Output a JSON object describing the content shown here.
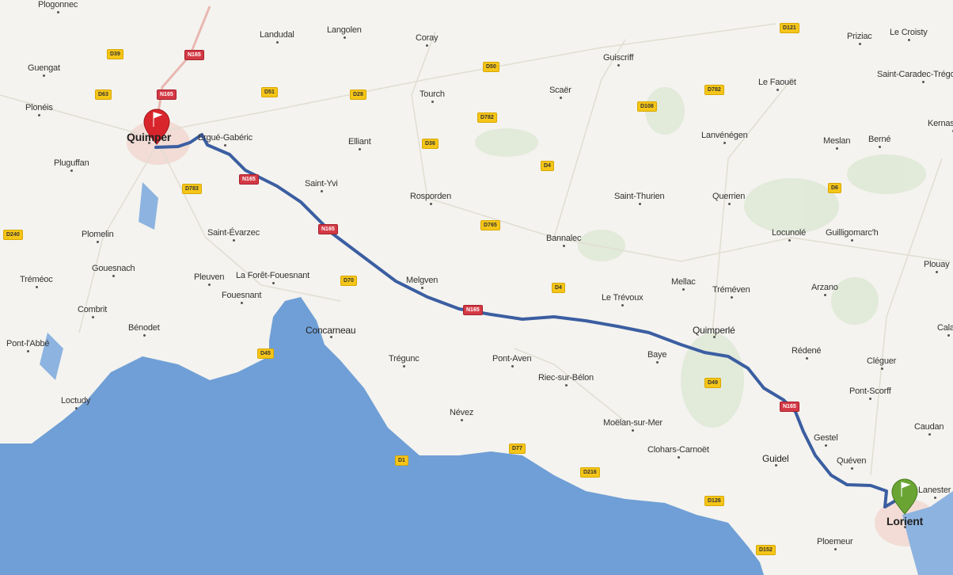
{
  "map": {
    "places": [
      {
        "name": "Plogonnec",
        "cls": ""
      },
      {
        "name": "Guengat",
        "cls": ""
      },
      {
        "name": "Plonéis",
        "cls": ""
      },
      {
        "name": "Quimper",
        "cls": "city"
      },
      {
        "name": "Ergué-Gabéric",
        "cls": ""
      },
      {
        "name": "Landudal",
        "cls": ""
      },
      {
        "name": "Langolen",
        "cls": ""
      },
      {
        "name": "Coray",
        "cls": ""
      },
      {
        "name": "Guiscriff",
        "cls": ""
      },
      {
        "name": "Priziac",
        "cls": ""
      },
      {
        "name": "Le Croisty",
        "cls": ""
      },
      {
        "name": "Saint-Caradec-Trégomel",
        "cls": ""
      },
      {
        "name": "Kernascléden",
        "cls": ""
      },
      {
        "name": "Le Faouët",
        "cls": ""
      },
      {
        "name": "Scaër",
        "cls": ""
      },
      {
        "name": "Tourch",
        "cls": ""
      },
      {
        "name": "Elliant",
        "cls": ""
      },
      {
        "name": "Lanvénégen",
        "cls": ""
      },
      {
        "name": "Meslan",
        "cls": ""
      },
      {
        "name": "Berné",
        "cls": ""
      },
      {
        "name": "Pluguffan",
        "cls": ""
      },
      {
        "name": "Saint-Yvi",
        "cls": ""
      },
      {
        "name": "Rosporden",
        "cls": ""
      },
      {
        "name": "Saint-Thurien",
        "cls": ""
      },
      {
        "name": "Querrien",
        "cls": ""
      },
      {
        "name": "Plomelin",
        "cls": ""
      },
      {
        "name": "Saint-Évarzec",
        "cls": ""
      },
      {
        "name": "Bannalec",
        "cls": ""
      },
      {
        "name": "Locunolé",
        "cls": ""
      },
      {
        "name": "Guilligomarc'h",
        "cls": ""
      },
      {
        "name": "Plouay",
        "cls": ""
      },
      {
        "name": "Tréméoc",
        "cls": ""
      },
      {
        "name": "Gouesnach",
        "cls": ""
      },
      {
        "name": "Pleuven",
        "cls": ""
      },
      {
        "name": "La Forêt-Fouesnant",
        "cls": ""
      },
      {
        "name": "Melgven",
        "cls": ""
      },
      {
        "name": "Mellac",
        "cls": ""
      },
      {
        "name": "Tréméven",
        "cls": ""
      },
      {
        "name": "Arzano",
        "cls": ""
      },
      {
        "name": "Fouesnant",
        "cls": ""
      },
      {
        "name": "Le Trévoux",
        "cls": ""
      },
      {
        "name": "Combrit",
        "cls": ""
      },
      {
        "name": "Bénodet",
        "cls": ""
      },
      {
        "name": "Concarneau",
        "cls": "town"
      },
      {
        "name": "Quimperlé",
        "cls": "town"
      },
      {
        "name": "Calan",
        "cls": ""
      },
      {
        "name": "Pont-l'Abbé",
        "cls": ""
      },
      {
        "name": "Baye",
        "cls": ""
      },
      {
        "name": "Rédené",
        "cls": ""
      },
      {
        "name": "Trégunc",
        "cls": ""
      },
      {
        "name": "Pont-Aven",
        "cls": ""
      },
      {
        "name": "Riec-sur-Bélon",
        "cls": ""
      },
      {
        "name": "Cléguer",
        "cls": ""
      },
      {
        "name": "Loctudy",
        "cls": ""
      },
      {
        "name": "Pont-Scorff",
        "cls": ""
      },
      {
        "name": "Névez",
        "cls": ""
      },
      {
        "name": "Moëlan-sur-Mer",
        "cls": ""
      },
      {
        "name": "Caudan",
        "cls": ""
      },
      {
        "name": "Clohars-Carnoët",
        "cls": ""
      },
      {
        "name": "Gestel",
        "cls": ""
      },
      {
        "name": "Guidel",
        "cls": "town"
      },
      {
        "name": "Quéven",
        "cls": ""
      },
      {
        "name": "Lanester",
        "cls": ""
      },
      {
        "name": "Lorient",
        "cls": "city"
      },
      {
        "name": "Ploemeur",
        "cls": ""
      }
    ],
    "roads": [
      {
        "label": "D39",
        "kind": "dept"
      },
      {
        "label": "N165",
        "kind": "nat"
      },
      {
        "label": "N165",
        "kind": "nat"
      },
      {
        "label": "D63",
        "kind": "dept"
      },
      {
        "label": "D51",
        "kind": "dept"
      },
      {
        "label": "D28",
        "kind": "dept"
      },
      {
        "label": "D50",
        "kind": "dept"
      },
      {
        "label": "D121",
        "kind": "dept"
      },
      {
        "label": "D782",
        "kind": "dept"
      },
      {
        "label": "D108",
        "kind": "dept"
      },
      {
        "label": "D782",
        "kind": "dept"
      },
      {
        "label": "D36",
        "kind": "dept"
      },
      {
        "label": "D4",
        "kind": "dept"
      },
      {
        "label": "N165",
        "kind": "nat"
      },
      {
        "label": "D783",
        "kind": "dept"
      },
      {
        "label": "D6",
        "kind": "dept"
      },
      {
        "label": "D240",
        "kind": "dept"
      },
      {
        "label": "N165",
        "kind": "nat"
      },
      {
        "label": "D765",
        "kind": "dept"
      },
      {
        "label": "D70",
        "kind": "dept"
      },
      {
        "label": "D4",
        "kind": "dept"
      },
      {
        "label": "N165",
        "kind": "nat"
      },
      {
        "label": "D45",
        "kind": "dept"
      },
      {
        "label": "D49",
        "kind": "dept"
      },
      {
        "label": "N165",
        "kind": "nat"
      },
      {
        "label": "D1",
        "kind": "dept"
      },
      {
        "label": "D77",
        "kind": "dept"
      },
      {
        "label": "D216",
        "kind": "dept"
      },
      {
        "label": "D126",
        "kind": "dept"
      },
      {
        "label": "D152",
        "kind": "dept"
      }
    ],
    "colors": {
      "sea": "#6f9fd6",
      "land": "#f4f3ef",
      "route": "#3b5ea1",
      "start_marker": "#d8252c",
      "end_marker": "#6aa534"
    },
    "markers": [
      {
        "name": "start-flag-icon",
        "at": "Quimper"
      },
      {
        "name": "end-flag-icon",
        "at": "Lorient"
      }
    ]
  }
}
